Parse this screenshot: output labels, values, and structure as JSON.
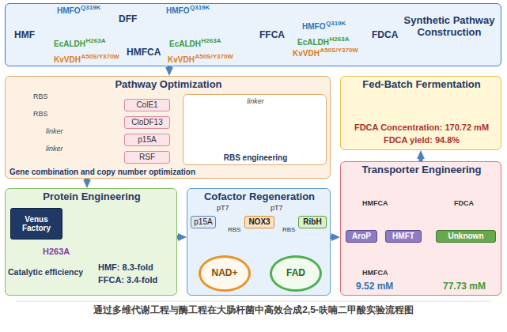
{
  "diagram": {
    "caption": "通过多维代谢工程与酶工程在大肠杆菌中高效合成2,5-呋喃二甲酸实验流程图",
    "nodes": [
      {
        "text": [
          "Synthetic Pathway Construction"
        ]
      },
      {
        "text": [
          "HMF"
        ],
        "in": 0
      },
      {
        "text": [
          "DFF"
        ],
        "in": 0
      },
      {
        "text": [
          "FFCA"
        ],
        "in": 0
      },
      {
        "text": [
          "HMFCA"
        ],
        "in": 0
      },
      {
        "text": [
          "FDCA"
        ],
        "in": 0
      },
      {
        "text": [
          "Pathway Optimization"
        ]
      },
      {
        "text": [
          "ColE1"
        ],
        "in": 6
      },
      {
        "text": [
          "CloDF13"
        ],
        "in": 6
      },
      {
        "text": [
          "p15A"
        ],
        "in": 6
      },
      {
        "text": [
          "RSF"
        ],
        "in": 6
      },
      {
        "text": [
          "linker",
          "RBS engineering"
        ],
        "in": 6
      },
      {
        "text": [
          "Fed-Batch Fermentation",
          "FDCA Concentration: 170.72 mM",
          "FDCA yield: 94.8%"
        ]
      },
      {
        "text": [
          "Protein Engineering"
        ]
      },
      {
        "text": [
          "Venus Factory"
        ],
        "in": 13
      },
      {
        "text": [
          "Cofactor Regeneration"
        ]
      },
      {
        "text": [
          "p15A"
        ],
        "in": 15
      },
      {
        "text": [
          "NOX3"
        ],
        "in": 15
      },
      {
        "text": [
          "RibH"
        ],
        "in": 15
      },
      {
        "text": [
          "NAD+"
        ],
        "in": 15
      },
      {
        "text": [
          "FAD"
        ],
        "in": 15
      },
      {
        "text": [
          "Transporter Engineering"
        ]
      },
      {
        "text": [
          "AroP"
        ],
        "in": 21
      },
      {
        "text": [
          "HMFT"
        ],
        "in": 21
      },
      {
        "text": [
          "Unknown"
        ],
        "in": 21
      }
    ],
    "edges": [
      {
        "from": 1,
        "to": 2,
        "arrow": "to"
      },
      {
        "from": 1,
        "to": 4,
        "arrow": "to"
      },
      {
        "from": 2,
        "to": 3,
        "arrow": "to"
      },
      {
        "from": 4,
        "to": 3,
        "arrow": "to"
      },
      {
        "from": 3,
        "to": 5,
        "arrow": "to"
      },
      {
        "from": 0,
        "to": 6,
        "arrow": "to"
      },
      {
        "from": 6,
        "to": 13,
        "arrow": "to"
      },
      {
        "from": 13,
        "to": 15,
        "arrow": "to"
      },
      {
        "from": 15,
        "to": 21,
        "arrow": "to"
      },
      {
        "from": 21,
        "to": 12,
        "arrow": "to"
      },
      {
        "from": 17,
        "to": 19,
        "arrow": "to"
      },
      {
        "from": 18,
        "to": 20,
        "arrow": "to"
      }
    ],
    "labels": [
      "HMFO",
      "Q319K",
      "EcALDH",
      "H263A",
      "KvVDH",
      "A50S/Y370W",
      "HMFO",
      "Q319K",
      "EcALDH",
      "H263A",
      "KvVDH",
      "A50S/Y370W",
      "HMFO",
      "Q319K",
      "EcALDH",
      "H263A",
      "KvVDH",
      "A50S/Y370W",
      "RBS",
      "RBS",
      "linker",
      "linker",
      "Gene combination and copy number optimization",
      "H263A",
      "Catalytic efficiency",
      "HMF: 8.3-fold",
      "FFCA: 3.4-fold",
      "pT7",
      "RBS",
      "pT7",
      "RBS",
      "HMFCA",
      "FDCA",
      "HMFCA",
      "9.52 mM",
      "77.73 mM"
    ]
  }
}
